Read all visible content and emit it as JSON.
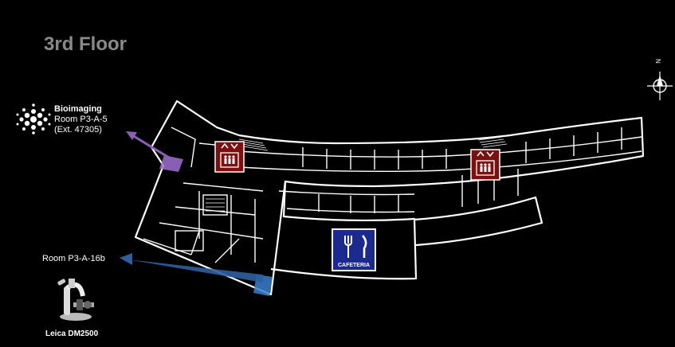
{
  "floor": {
    "title": "3rd Floor"
  },
  "bioimaging": {
    "name": "Bioimaging",
    "room": "Room P3-A-5",
    "ext": "(Ext. 47305)",
    "highlight_color": "#a070d0"
  },
  "microscope_room": {
    "room": "Room P3-A-16b",
    "instrument": "Leica DM2500",
    "highlight_color": "#3a7fd0"
  },
  "cafeteria": {
    "label": "CAFETERIA",
    "color": "#1b2a8c"
  },
  "elevators": {
    "color": "#7a1010",
    "icon": "elevator-icon"
  },
  "compass": {
    "north_label": "N"
  },
  "colors": {
    "walls": "#ffffff",
    "background": "#000000"
  }
}
